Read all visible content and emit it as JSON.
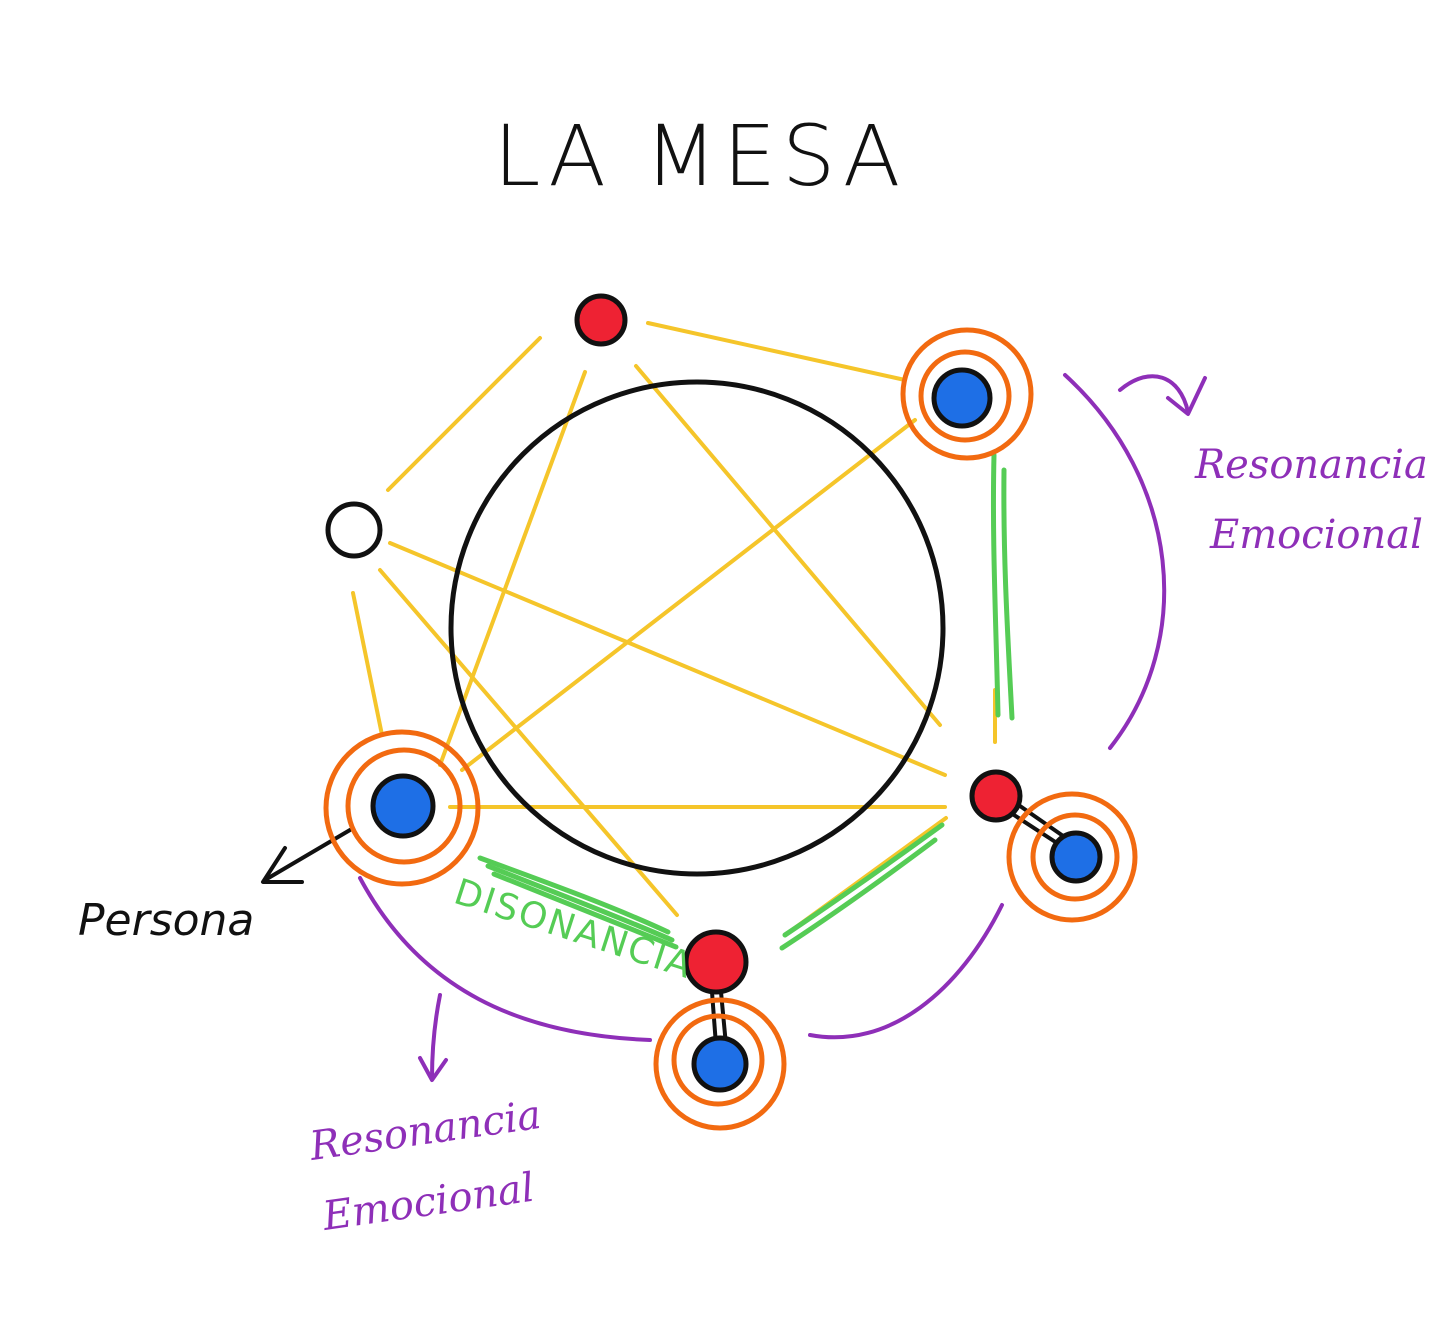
{
  "title": "LA MESA",
  "labels": {
    "persona": "Persona",
    "disonancia": "DISONANCIA",
    "resonancia_right_line1": "Resonancia",
    "resonancia_right_line2": "Emocional",
    "resonancia_bottom_line1": "Resonancia",
    "resonancia_bottom_line2": "Emocional"
  },
  "colors": {
    "ink": "#111111",
    "person_red": "#ee2233",
    "person_blue": "#1e6fe6",
    "resonance_orange": "#f26a10",
    "connection_yellow": "#f5c52a",
    "dissonance_green": "#55cc55",
    "annotation_purple": "#8e2fb8"
  }
}
